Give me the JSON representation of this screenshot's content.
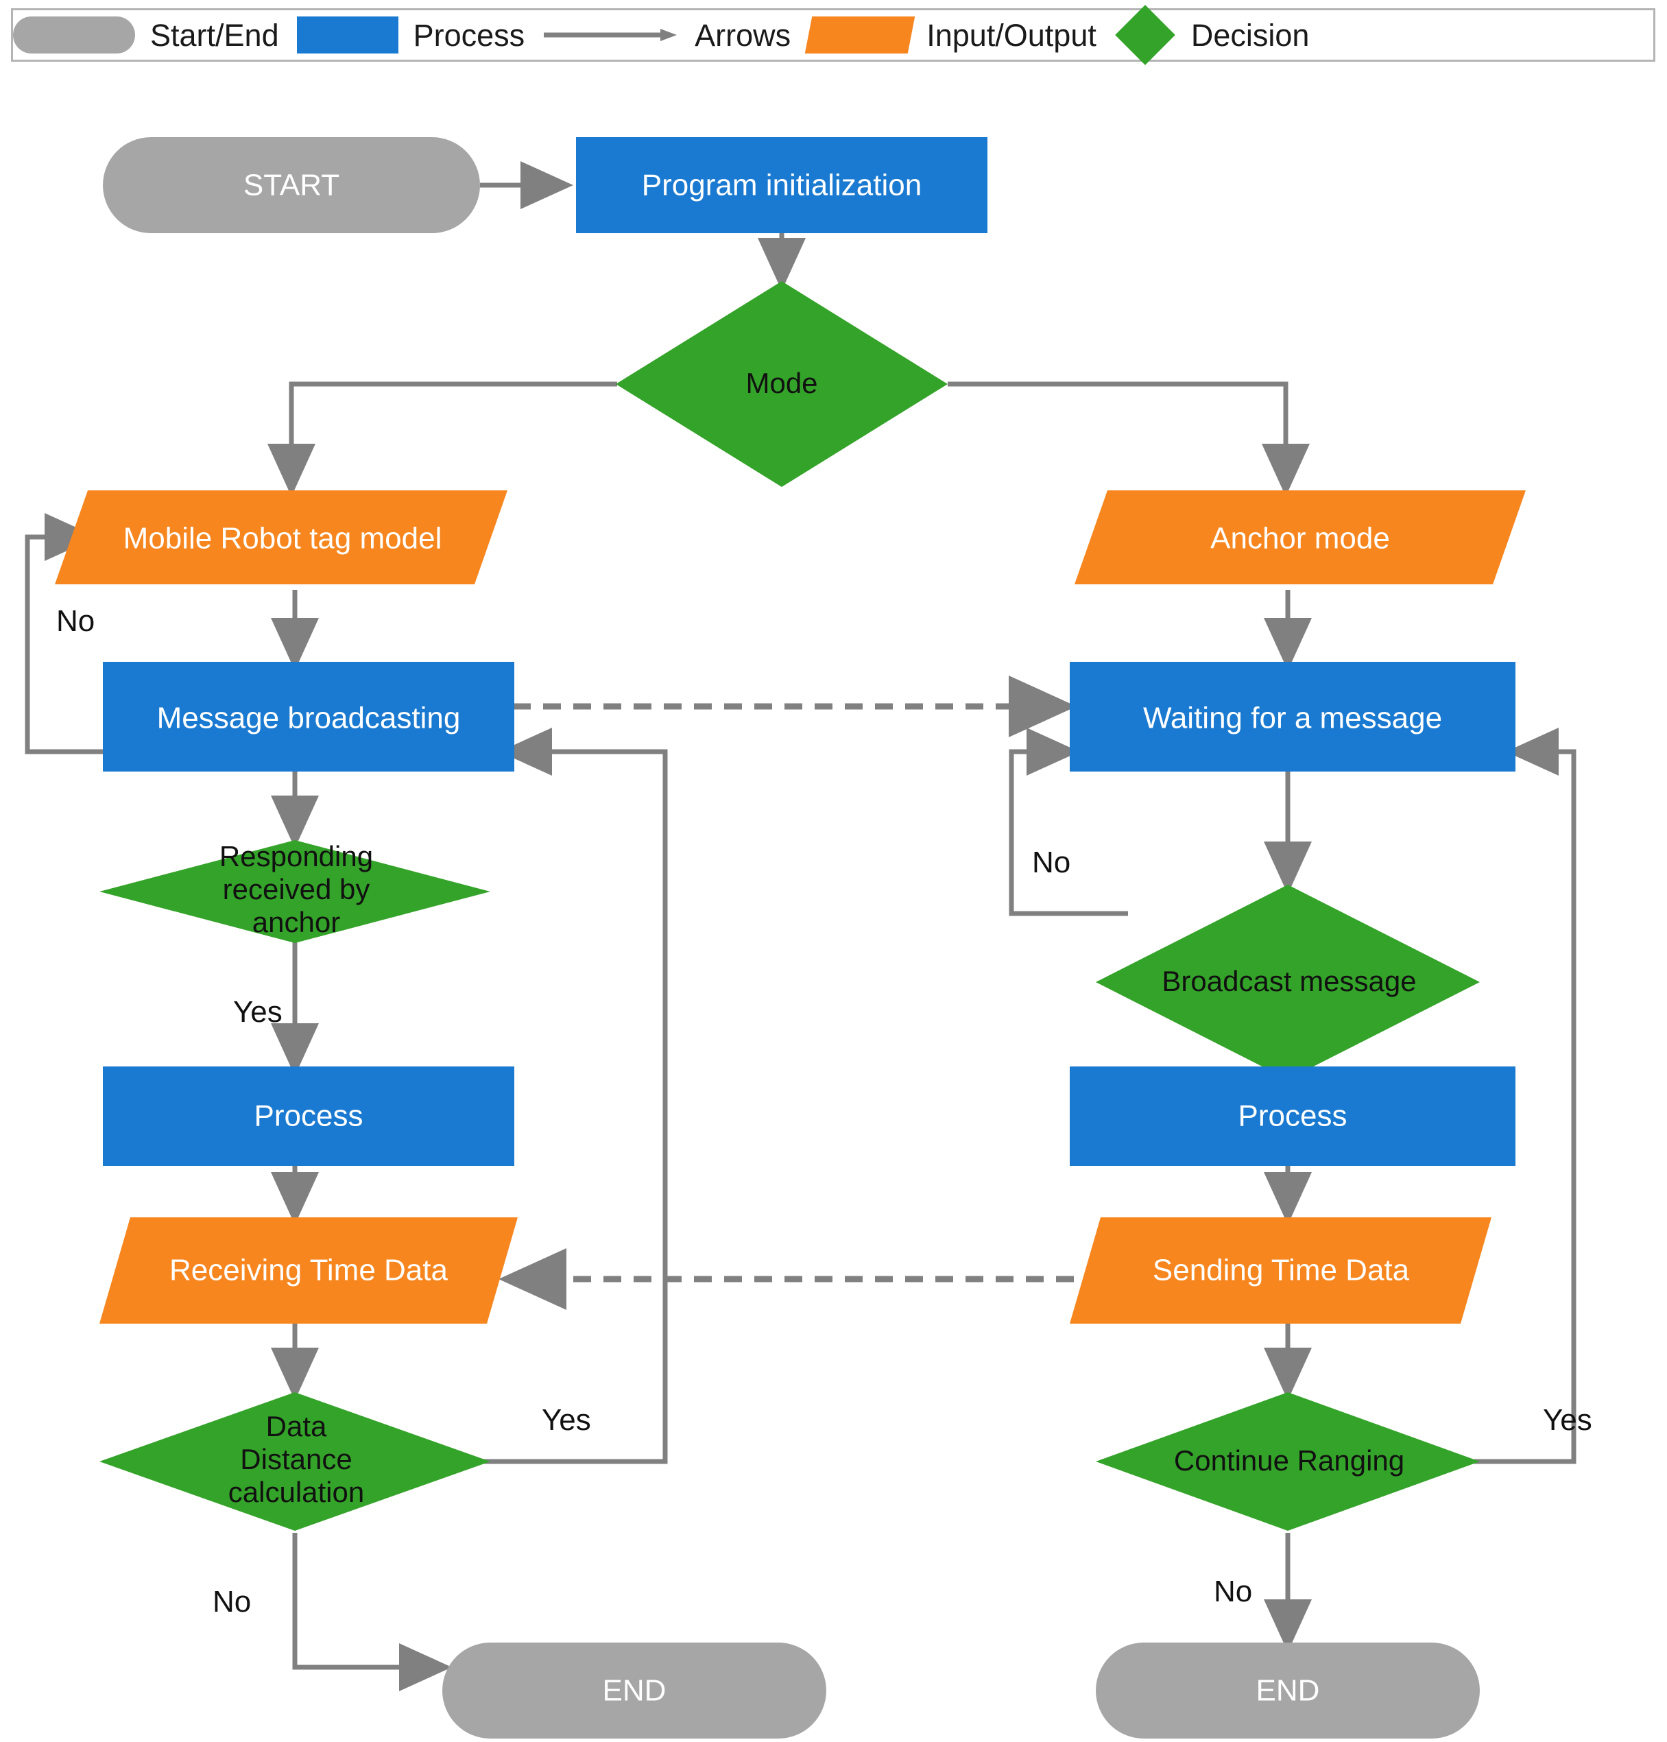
{
  "legend": {
    "items": [
      {
        "shape": "stadium-swatch",
        "label": "Start/End",
        "color": "#a6a6a6"
      },
      {
        "shape": "rect-swatch",
        "label": "Process",
        "color": "#1a7ad1"
      },
      {
        "shape": "arrow-swatch",
        "label": "Arrows",
        "color": "#808080"
      },
      {
        "shape": "parallelogram-swatch",
        "label": "Input/Output",
        "color": "#f7861f"
      },
      {
        "shape": "diamond-swatch",
        "label": "Decision",
        "color": "#34a329"
      }
    ]
  },
  "colors": {
    "start_end": "#a6a6a6",
    "process": "#1a7ad1",
    "input_output": "#f7861f",
    "decision": "#34a329",
    "arrow": "#808080",
    "text_on_fill": "#ffffff",
    "text_plain": "#111111",
    "background": "#ffffff"
  },
  "flowchart": {
    "type": "flowchart",
    "nodes": [
      {
        "id": "start",
        "kind": "start-end",
        "label": "START"
      },
      {
        "id": "init",
        "kind": "process",
        "label": "Program initialization"
      },
      {
        "id": "mode",
        "kind": "decision",
        "label": "Mode"
      },
      {
        "id": "tag_mode",
        "kind": "input-output",
        "label": "Mobile Robot tag model"
      },
      {
        "id": "anchor_mode",
        "kind": "input-output",
        "label": "Anchor mode"
      },
      {
        "id": "msg_bcast",
        "kind": "process",
        "label": "Message broadcasting"
      },
      {
        "id": "waiting",
        "kind": "process",
        "label": "Waiting for a message"
      },
      {
        "id": "responding",
        "kind": "decision",
        "label": "Responding received by anchor"
      },
      {
        "id": "bcast_msg",
        "kind": "decision",
        "label": "Broadcast message"
      },
      {
        "id": "proc_left",
        "kind": "process",
        "label": "Process"
      },
      {
        "id": "proc_right",
        "kind": "process",
        "label": "Process"
      },
      {
        "id": "recv_time",
        "kind": "input-output",
        "label": "Receiving Time Data"
      },
      {
        "id": "send_time",
        "kind": "input-output",
        "label": "Sending Time Data"
      },
      {
        "id": "dist_calc",
        "kind": "decision",
        "label": "Data Distance calculation"
      },
      {
        "id": "continue",
        "kind": "decision",
        "label": "Continue Ranging"
      },
      {
        "id": "end_left",
        "kind": "start-end",
        "label": "END"
      },
      {
        "id": "end_right",
        "kind": "start-end",
        "label": "END"
      }
    ],
    "node_lines": {
      "responding": [
        "Responding",
        "received by",
        "anchor"
      ],
      "dist_calc": [
        "Data",
        "Distance",
        "calculation"
      ]
    },
    "edges": [
      {
        "from": "start",
        "to": "init",
        "label": "",
        "style": "solid"
      },
      {
        "from": "init",
        "to": "mode",
        "label": "",
        "style": "solid"
      },
      {
        "from": "mode",
        "to": "tag_mode",
        "label": "",
        "style": "solid"
      },
      {
        "from": "mode",
        "to": "anchor_mode",
        "label": "",
        "style": "solid"
      },
      {
        "from": "tag_mode",
        "to": "msg_bcast",
        "label": "",
        "style": "solid"
      },
      {
        "from": "anchor_mode",
        "to": "waiting",
        "label": "",
        "style": "solid"
      },
      {
        "from": "msg_bcast",
        "to": "waiting",
        "label": "",
        "style": "dashed"
      },
      {
        "from": "msg_bcast",
        "to": "responding",
        "label": "",
        "style": "solid"
      },
      {
        "from": "responding",
        "to": "tag_mode",
        "label": "No",
        "style": "solid"
      },
      {
        "from": "responding",
        "to": "proc_left",
        "label": "Yes",
        "style": "solid"
      },
      {
        "from": "waiting",
        "to": "bcast_msg",
        "label": "",
        "style": "solid"
      },
      {
        "from": "bcast_msg",
        "to": "waiting",
        "label": "No",
        "style": "solid"
      },
      {
        "from": "bcast_msg",
        "to": "proc_right",
        "label": "",
        "style": "solid"
      },
      {
        "from": "proc_left",
        "to": "recv_time",
        "label": "",
        "style": "solid"
      },
      {
        "from": "proc_right",
        "to": "send_time",
        "label": "",
        "style": "solid"
      },
      {
        "from": "send_time",
        "to": "recv_time",
        "label": "",
        "style": "dashed"
      },
      {
        "from": "recv_time",
        "to": "dist_calc",
        "label": "",
        "style": "solid"
      },
      {
        "from": "send_time",
        "to": "continue",
        "label": "",
        "style": "solid"
      },
      {
        "from": "dist_calc",
        "to": "msg_bcast",
        "label": "Yes",
        "style": "solid"
      },
      {
        "from": "dist_calc",
        "to": "end_left",
        "label": "No",
        "style": "solid"
      },
      {
        "from": "continue",
        "to": "waiting",
        "label": "Yes",
        "style": "solid"
      },
      {
        "from": "continue",
        "to": "end_right",
        "label": "No",
        "style": "solid"
      }
    ],
    "edge_labels": {
      "no_tag_loop": "No",
      "yes_responding": "Yes",
      "no_bcast_loop": "No",
      "yes_dist": "Yes",
      "no_dist": "No",
      "yes_continue": "Yes",
      "no_continue": "No"
    }
  }
}
